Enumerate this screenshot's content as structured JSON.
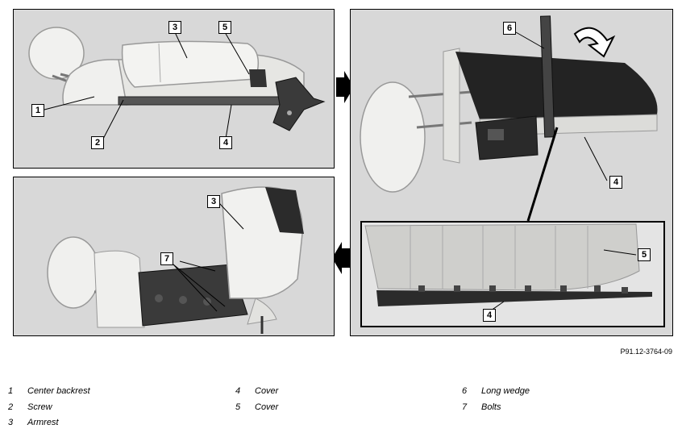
{
  "figure_code": "P91.12-3764-09",
  "callouts": {
    "panel1": [
      "3",
      "5",
      "1",
      "2",
      "4"
    ],
    "panel2": [
      "6",
      "4",
      "5",
      "4"
    ],
    "panel3": [
      "3",
      "7"
    ]
  },
  "legend": [
    {
      "num": "1",
      "label": "Center backrest"
    },
    {
      "num": "2",
      "label": "Screw"
    },
    {
      "num": "3",
      "label": "Armrest"
    },
    {
      "num": "4",
      "label": "Cover"
    },
    {
      "num": "5",
      "label": "Cover"
    },
    {
      "num": "6",
      "label": "Long wedge"
    },
    {
      "num": "7",
      "label": "Bolts"
    }
  ],
  "colors": {
    "panel_bg": "#d8d8d8",
    "inset_bg": "#e4e4e4",
    "seat_light": "#eeeeec",
    "seat_shadow": "#b9b9b6",
    "dark_part": "#2a2a2a",
    "arrow_fill": "#000000"
  }
}
